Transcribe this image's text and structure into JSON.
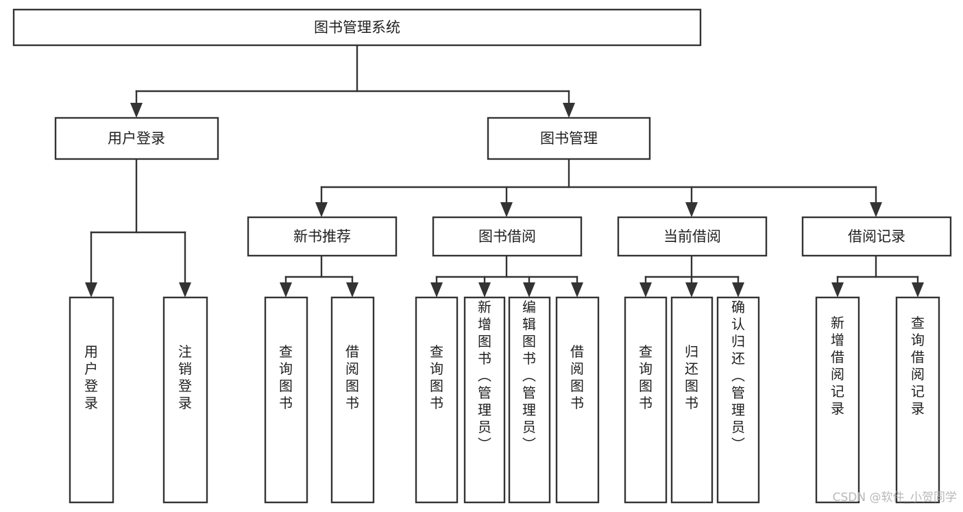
{
  "diagram": {
    "title": "图书管理系统",
    "type": "tree-hierarchy",
    "orientation": "top-down",
    "colors": {
      "background": "#ffffff",
      "box_fill": "#ffffff",
      "box_stroke": "#333333",
      "text": "#1f1f1f",
      "watermark": "#b8b8b8"
    },
    "root": {
      "id": "root",
      "label": "图书管理系统",
      "text_direction": "horizontal"
    },
    "level2": [
      {
        "id": "user-login",
        "label": "用户登录",
        "text_direction": "horizontal"
      },
      {
        "id": "book-management",
        "label": "图书管理",
        "text_direction": "horizontal"
      }
    ],
    "level3": [
      {
        "id": "new-book-recommend",
        "label": "新书推荐",
        "parent": "book-management",
        "text_direction": "horizontal"
      },
      {
        "id": "book-borrow",
        "label": "图书借阅",
        "parent": "book-management",
        "text_direction": "horizontal"
      },
      {
        "id": "current-borrow",
        "label": "当前借阅",
        "parent": "book-management",
        "text_direction": "horizontal"
      },
      {
        "id": "borrow-record",
        "label": "借阅记录",
        "parent": "book-management",
        "text_direction": "horizontal"
      }
    ],
    "leaves": [
      {
        "id": "leaf-user-login",
        "label": "用户登录",
        "parent": "user-login",
        "text_direction": "vertical"
      },
      {
        "id": "leaf-user-logout",
        "label": "注销登录",
        "parent": "user-login",
        "text_direction": "vertical"
      },
      {
        "id": "leaf-query-book-1",
        "label": "查询图书",
        "parent": "new-book-recommend",
        "text_direction": "vertical"
      },
      {
        "id": "leaf-borrow-book-1",
        "label": "借阅图书",
        "parent": "new-book-recommend",
        "text_direction": "vertical"
      },
      {
        "id": "leaf-query-book-2",
        "label": "查询图书",
        "parent": "book-borrow",
        "text_direction": "vertical"
      },
      {
        "id": "leaf-add-book",
        "label": "新增图书（管理员）",
        "parent": "book-borrow",
        "text_direction": "vertical"
      },
      {
        "id": "leaf-edit-book",
        "label": "编辑图书（管理员）",
        "parent": "book-borrow",
        "text_direction": "vertical"
      },
      {
        "id": "leaf-borrow-book-2",
        "label": "借阅图书",
        "parent": "book-borrow",
        "text_direction": "vertical"
      },
      {
        "id": "leaf-query-book-3",
        "label": "查询图书",
        "parent": "current-borrow",
        "text_direction": "vertical"
      },
      {
        "id": "leaf-return-book",
        "label": "归还图书",
        "parent": "current-borrow",
        "text_direction": "vertical"
      },
      {
        "id": "leaf-confirm-return",
        "label": "确认归还（管理员）",
        "parent": "current-borrow",
        "text_direction": "vertical"
      },
      {
        "id": "leaf-add-record",
        "label": "新增借阅记录",
        "parent": "borrow-record",
        "text_direction": "vertical"
      },
      {
        "id": "leaf-query-record",
        "label": "查询借阅记录",
        "parent": "borrow-record",
        "text_direction": "vertical"
      }
    ]
  },
  "watermark": {
    "label": "CSDN @软件_小贺同学"
  }
}
